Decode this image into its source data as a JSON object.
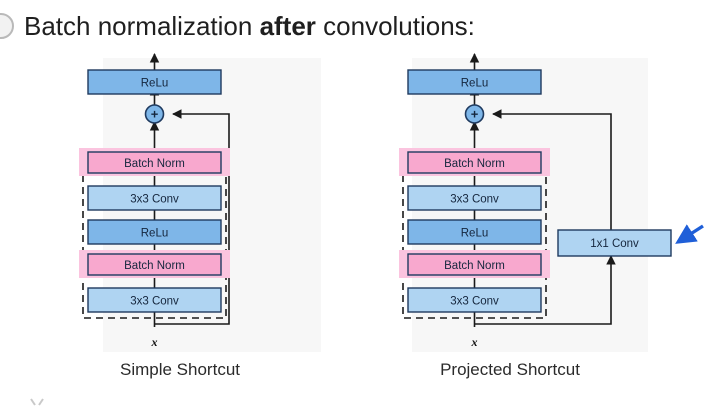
{
  "slide": {
    "bullet_icon": "bullet-circle-icon",
    "title_prefix": "Batch normalization ",
    "title_emphasis": "after",
    "title_suffix": " convolutions:"
  },
  "colors": {
    "relu_fill": "#7EB6E8",
    "conv_fill": "#AFD4F2",
    "batchnorm_fill": "#F8A8CE",
    "batchnorm_glow": "#FBC4DF",
    "block_stroke": "#1F3A5F",
    "line": "#1a1a1a",
    "panel_bg": "#F7F7F7",
    "pointer_arrow": "#1F5FD8",
    "text": "#1f1f1f"
  },
  "diagrams": [
    {
      "id": "simple-shortcut",
      "caption": "Simple Shortcut",
      "input_label": "x",
      "output_block": {
        "label": "ReLu",
        "kind": "relu"
      },
      "merge_symbol": "+",
      "residual_blocks": [
        {
          "label": "Batch Norm",
          "kind": "batchnorm"
        },
        {
          "label": "3x3 Conv",
          "kind": "conv"
        },
        {
          "label": "ReLu",
          "kind": "relu"
        },
        {
          "label": "Batch Norm",
          "kind": "batchnorm"
        },
        {
          "label": "3x3 Conv",
          "kind": "conv"
        }
      ],
      "shortcut_block": null,
      "pointer_arrow": false
    },
    {
      "id": "projected-shortcut",
      "caption": "Projected Shortcut",
      "input_label": "x",
      "output_block": {
        "label": "ReLu",
        "kind": "relu"
      },
      "merge_symbol": "+",
      "residual_blocks": [
        {
          "label": "Batch Norm",
          "kind": "batchnorm"
        },
        {
          "label": "3x3 Conv",
          "kind": "conv"
        },
        {
          "label": "ReLu",
          "kind": "relu"
        },
        {
          "label": "Batch Norm",
          "kind": "batchnorm"
        },
        {
          "label": "3x3 Conv",
          "kind": "conv"
        }
      ],
      "shortcut_block": {
        "label": "1x1 Conv",
        "kind": "conv"
      },
      "pointer_arrow": true
    }
  ]
}
